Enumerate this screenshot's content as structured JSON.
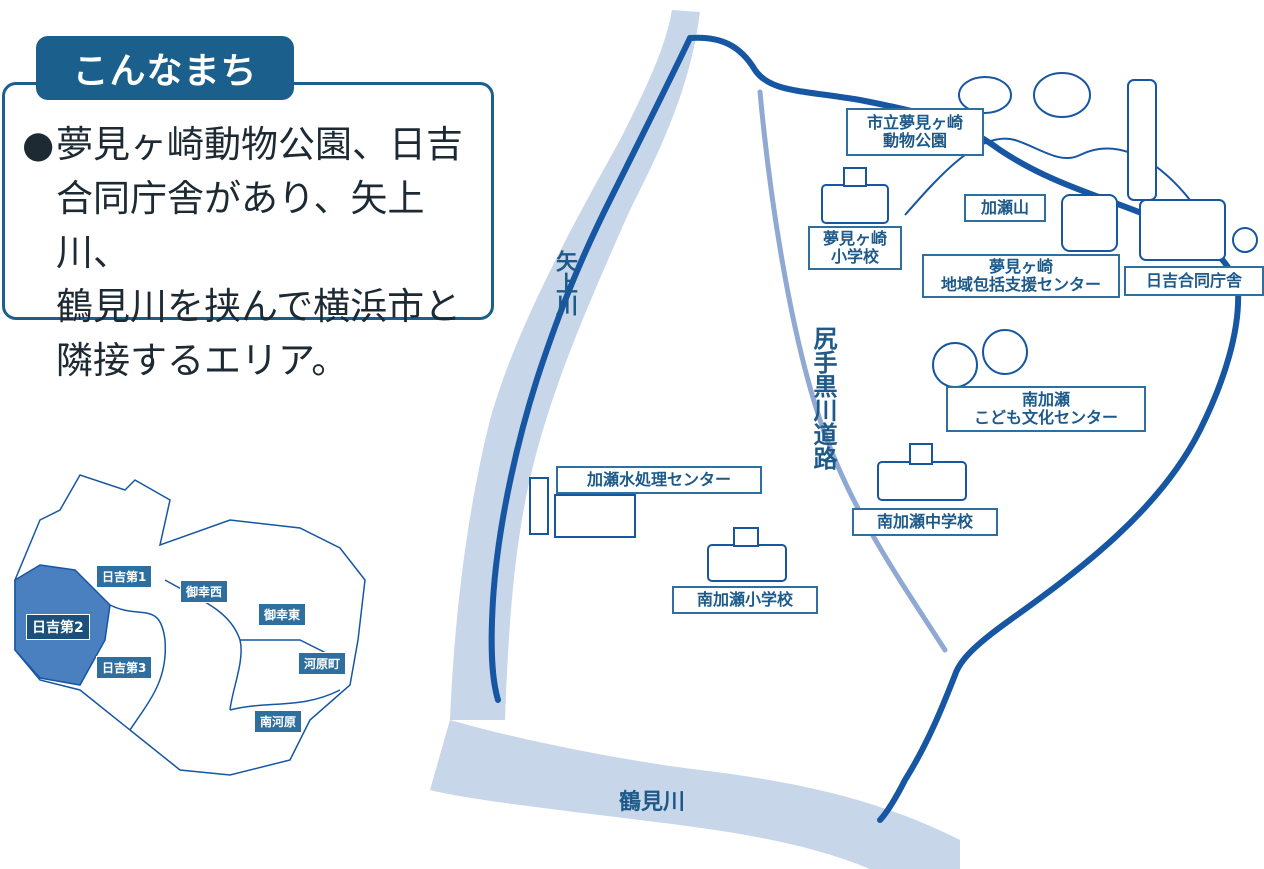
{
  "intro": {
    "tab": "こんなまち",
    "bullet": "●",
    "text": "夢見ヶ崎動物公園、日吉\n合同庁舎があり、矢上川、\n鶴見川を挟んで横浜市と\n隣接するエリア。"
  },
  "map": {
    "rivers": {
      "yagami": "矢上川",
      "tsurumi": "鶴見川"
    },
    "road": "尻手黒川道路",
    "landmarks": {
      "zoo": "市立夢見ヶ崎\n動物公園",
      "kase_mountain": "加瀬山",
      "elem_school_yumemi": "夢見ヶ崎\n小学校",
      "care_center": "夢見ヶ崎\n地域包括支援センター",
      "govt_office": "日吉合同庁舎",
      "children_center": "南加瀬\nこども文化センター",
      "water_plant": "加瀬水処理センター",
      "junior_high": "南加瀬中学校",
      "elem_school_minamikase": "南加瀬小学校"
    }
  },
  "mini_map": {
    "areas": [
      "日吉第1",
      "日吉第2",
      "日吉第3",
      "御幸西",
      "御幸東",
      "河原町",
      "南河原"
    ],
    "selected": "日吉第2"
  },
  "colors": {
    "accent": "#1b5f8c",
    "river": "#c8d6ea",
    "boundary": "#1656a3",
    "selected_area": "#4a7fc0"
  }
}
